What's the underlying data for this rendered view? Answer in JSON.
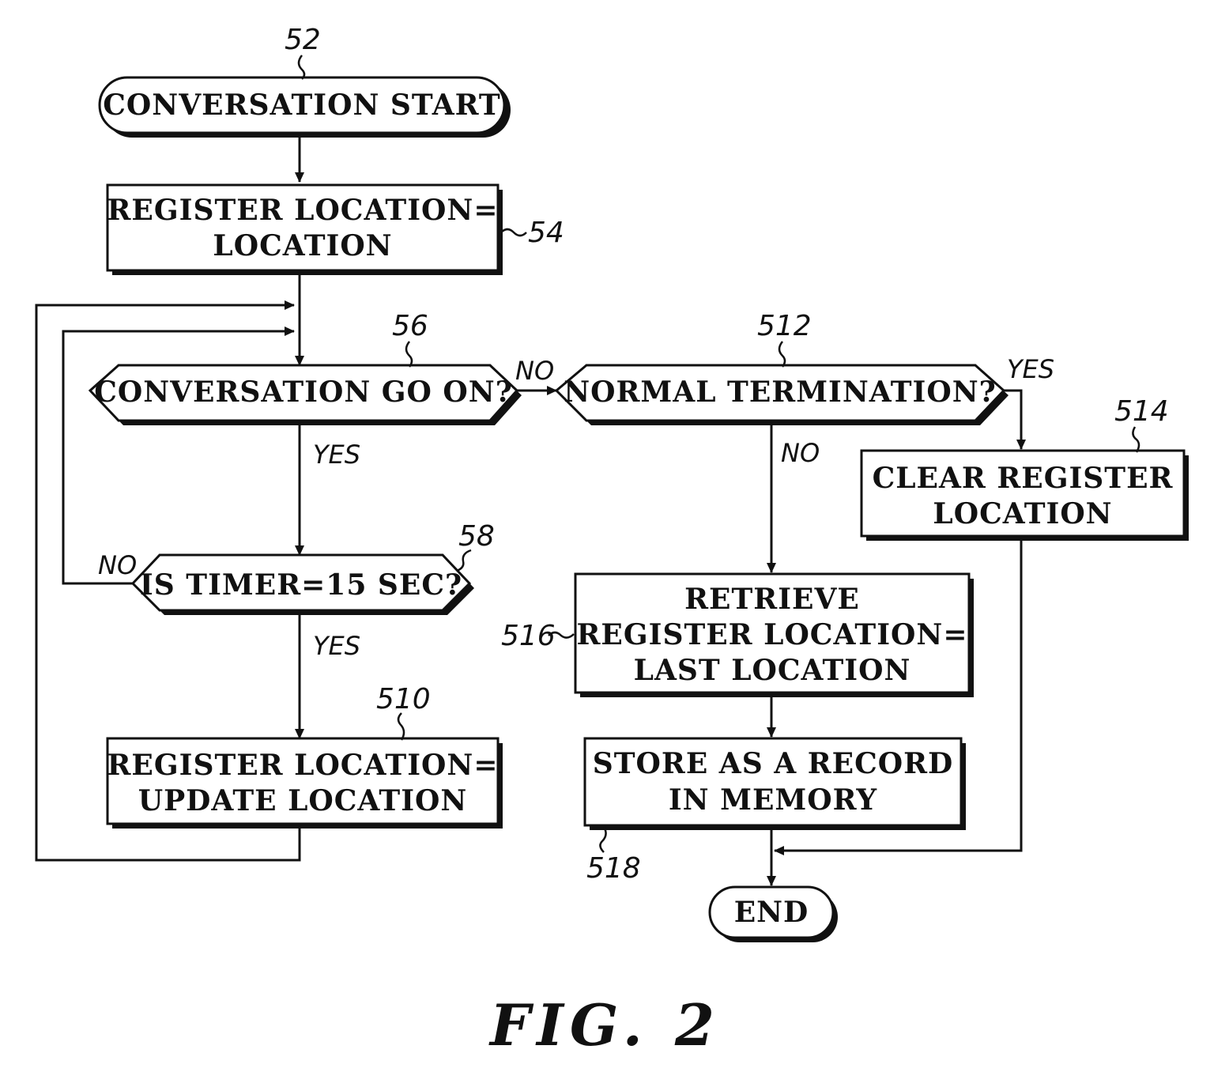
{
  "nodes": {
    "start": {
      "ref": "52",
      "lines": [
        "CONVERSATION START"
      ]
    },
    "register_initial": {
      "ref": "54",
      "lines": [
        "REGISTER LOCATION=",
        "LOCATION"
      ]
    },
    "conversation_go_on": {
      "ref": "56",
      "lines": [
        "CONVERSATION GO ON?"
      ]
    },
    "timer_check": {
      "ref": "58",
      "lines": [
        "IS TIMER=15 SEC?"
      ]
    },
    "register_update": {
      "ref": "510",
      "lines": [
        "REGISTER LOCATION=",
        "UPDATE LOCATION"
      ]
    },
    "normal_termination": {
      "ref": "512",
      "lines": [
        "NORMAL TERMINATION?"
      ]
    },
    "clear_register": {
      "ref": "514",
      "lines": [
        "CLEAR REGISTER",
        "LOCATION"
      ]
    },
    "retrieve_last": {
      "ref": "516",
      "lines": [
        "RETRIEVE",
        "REGISTER LOCATION=",
        "LAST LOCATION"
      ]
    },
    "store_record": {
      "ref": "518",
      "lines": [
        "STORE AS A RECORD",
        "IN MEMORY"
      ]
    },
    "end": {
      "lines": [
        "END"
      ]
    }
  },
  "branch_labels": {
    "go_on_no": "NO",
    "go_on_yes": "YES",
    "timer_no": "NO",
    "timer_yes": "YES",
    "termination_yes": "YES",
    "termination_no": "NO"
  },
  "figure_caption": "FIG. 2"
}
